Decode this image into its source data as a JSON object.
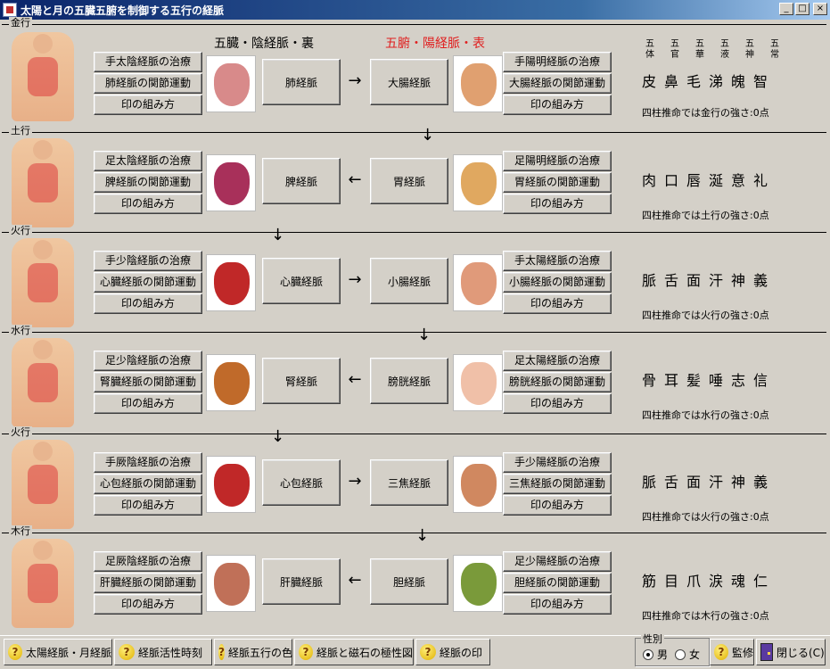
{
  "window": {
    "title": "太陽と月の五臓五腑を制御する五行の経脈"
  },
  "headers": {
    "zang": "五臓・陰経脈・裏",
    "fu": "五腑・陽経脈・表",
    "fu_color": "#e02020"
  },
  "top_grid": [
    [
      "五",
      "体"
    ],
    [
      "五",
      "官"
    ],
    [
      "五",
      "華"
    ],
    [
      "五",
      "液"
    ],
    [
      "五",
      "神"
    ],
    [
      "五",
      "常"
    ]
  ],
  "sections": [
    {
      "label": "金行",
      "left_buttons": [
        "手太陰経脈の治療",
        "肺経脈の関節運動",
        "印の組み方"
      ],
      "zang": "肺経脈",
      "fu": "大腸経脈",
      "arrow": "→",
      "right_buttons": [
        "手陽明経脈の治療",
        "大腸経脈の関節運動",
        "印の組み方"
      ],
      "attrs": "皮鼻毛涕魄智",
      "strength": "四柱推命では金行の強さ:0点",
      "organ_zang": "lungs",
      "organ_fu": "large-intestine"
    },
    {
      "label": "土行",
      "left_buttons": [
        "足太陰経脈の治療",
        "脾経脈の関節運動",
        "印の組み方"
      ],
      "zang": "脾経脈",
      "fu": "胃経脈",
      "arrow": "←",
      "right_buttons": [
        "足陽明経脈の治療",
        "胃経脈の関節運動",
        "印の組み方"
      ],
      "attrs": "肉口唇涎意礼",
      "strength": "四柱推命では土行の強さ:0点",
      "organ_zang": "spleen",
      "organ_fu": "stomach"
    },
    {
      "label": "火行",
      "left_buttons": [
        "手少陰経脈の治療",
        "心臓経脈の関節運動",
        "印の組み方"
      ],
      "zang": "心臓経脈",
      "fu": "小腸経脈",
      "arrow": "→",
      "right_buttons": [
        "手太陽経脈の治療",
        "小腸経脈の関節運動",
        "印の組み方"
      ],
      "attrs": "脈舌面汗神義",
      "strength": "四柱推命では火行の強さ:0点",
      "organ_zang": "heart",
      "organ_fu": "small-intestine"
    },
    {
      "label": "水行",
      "left_buttons": [
        "足少陰経脈の治療",
        "腎臓経脈の関節運動",
        "印の組み方"
      ],
      "zang": "腎経脈",
      "fu": "膀胱経脈",
      "arrow": "←",
      "right_buttons": [
        "足太陽経脈の治療",
        "膀胱経脈の関節運動",
        "印の組み方"
      ],
      "attrs": "骨耳髪唾志信",
      "strength": "四柱推命では水行の強さ:0点",
      "organ_zang": "kidney",
      "organ_fu": "bladder"
    },
    {
      "label": "火行",
      "left_buttons": [
        "手厥陰経脈の治療",
        "心包経脈の関節運動",
        "印の組み方"
      ],
      "zang": "心包経脈",
      "fu": "三焦経脈",
      "arrow": "→",
      "right_buttons": [
        "手少陽経脈の治療",
        "三焦経脈の関節運動",
        "印の組み方"
      ],
      "attrs": "脈舌面汗神義",
      "strength": "四柱推命では火行の強さ:0点",
      "organ_zang": "heart",
      "organ_fu": "triple-burner"
    },
    {
      "label": "木行",
      "left_buttons": [
        "足厥陰経脈の治療",
        "肝臓経脈の関節運動",
        "印の組み方"
      ],
      "zang": "肝臓経脈",
      "fu": "胆経脈",
      "arrow": "←",
      "right_buttons": [
        "足少陽経脈の治療",
        "胆経脈の関節運動",
        "印の組み方"
      ],
      "attrs": "筋目爪涙魂仁",
      "strength": "四柱推命では木行の強さ:0点",
      "organ_zang": "liver",
      "organ_fu": "gallbladder"
    }
  ],
  "down_arrow": "↓",
  "bottom": {
    "buttons": [
      "太陽経脈・月経脈",
      "経脈活性時刻",
      "経脈五行の色",
      "経脈と磁石の極性図",
      "経脈の印"
    ],
    "gender_label": "性別",
    "male": "男",
    "female": "女",
    "supervise": "監修",
    "close": "閉じる(C)"
  }
}
